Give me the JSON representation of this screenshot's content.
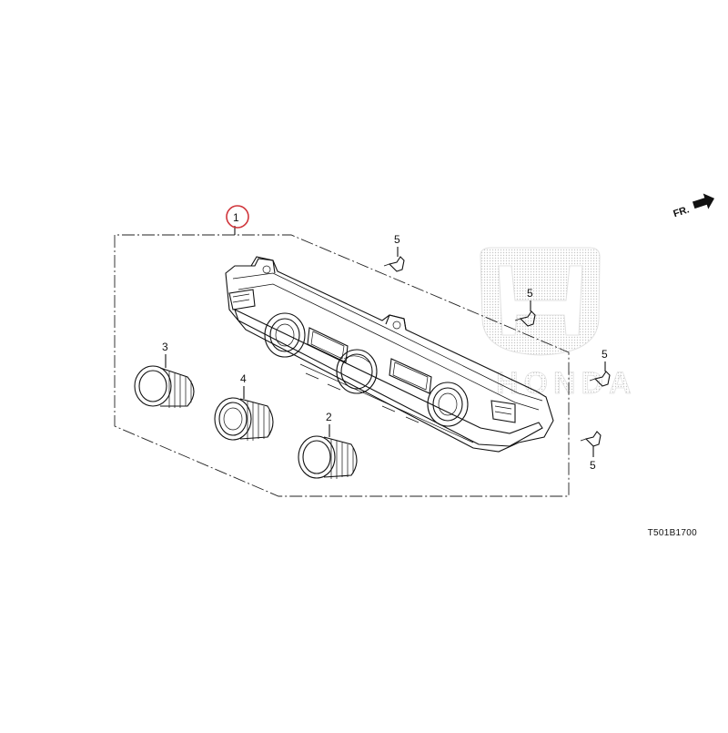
{
  "diagram": {
    "part_code": "T501B1700",
    "direction_label": "FR.",
    "callouts": [
      {
        "id": "c1",
        "label": "1",
        "highlighted": true
      },
      {
        "id": "c2",
        "label": "2"
      },
      {
        "id": "c3",
        "label": "3"
      },
      {
        "id": "c4",
        "label": "4"
      },
      {
        "id": "c5a",
        "label": "5"
      },
      {
        "id": "c5b",
        "label": "5"
      },
      {
        "id": "c5c",
        "label": "5"
      },
      {
        "id": "c5d",
        "label": "5"
      }
    ],
    "watermark": {
      "brand": "HONDA"
    },
    "colors": {
      "line": "#111111",
      "highlight": "#d0343a",
      "watermark": "#bdbdbd"
    }
  }
}
